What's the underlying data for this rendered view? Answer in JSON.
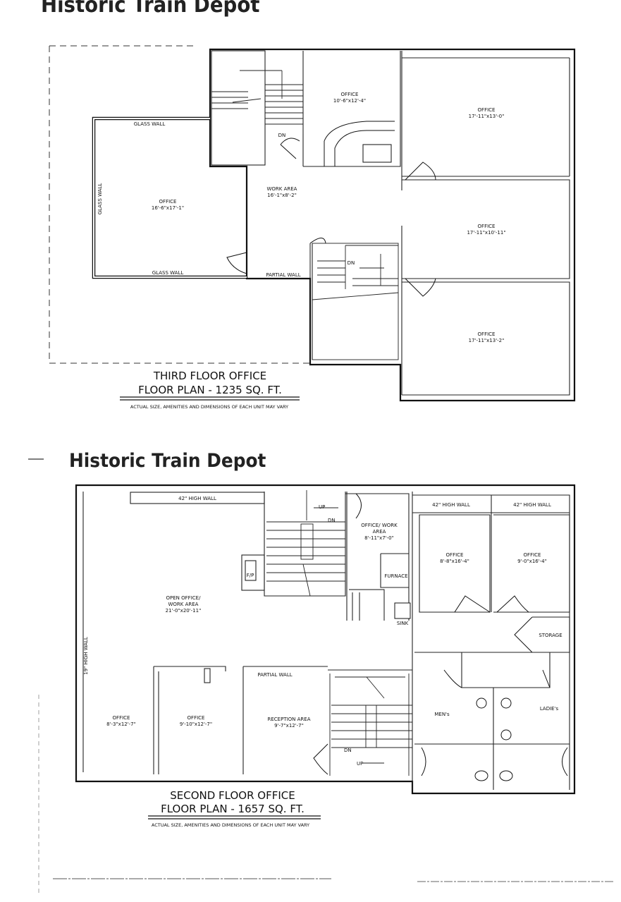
{
  "header_top": {
    "title": "Historic Train Depot"
  },
  "header_bottom": {
    "title": "Historic Train Depot"
  },
  "third_floor": {
    "caption_line1": "THIRD FLOOR OFFICE",
    "caption_line2": "FLOOR PLAN  -  1235 SQ. FT.",
    "disclaimer": "ACTUAL SIZE, AMENITIES AND DIMENSIONS OF EACH UNIT MAY VARY",
    "labels": {
      "glass_wall_top": "GLASS WALL",
      "glass_wall_side": "GLASS WALL",
      "glass_wall_bottom": "GLASS WALL",
      "partial_wall": "PARTIAL WALL",
      "dn_upper": "DN",
      "dn_lower": "DN"
    },
    "rooms": [
      {
        "name": "OFFICE",
        "dims": "10'-6\"x12'-4\""
      },
      {
        "name": "OFFICE",
        "dims": "17'-11\"x13'-0\""
      },
      {
        "name": "WORK AREA",
        "dims": "16'-1\"x8'-2\""
      },
      {
        "name": "OFFICE",
        "dims": "16'-6\"x17'-1\""
      },
      {
        "name": "OFFICE",
        "dims": "17'-11\"x10'-11\""
      },
      {
        "name": "OFFICE",
        "dims": "17'-11\"x13'-2\""
      }
    ]
  },
  "second_floor": {
    "caption_line1": "SECOND FLOOR OFFICE",
    "caption_line2": "FLOOR PLAN  -  1657 SQ. FT.",
    "disclaimer": "ACTUAL SIZE, AMENITIES AND DIMENSIONS OF EACH UNIT MAY VARY",
    "labels": {
      "high_wall_a": "42\" HIGH WALL",
      "high_wall_b": "42\" HIGH WALL",
      "high_wall_c": "42\" HIGH WALL",
      "high_wall_side": "19\" HIGH WALL",
      "partial_wall": "PARTIAL WALL",
      "up_top": "UP",
      "dn_top": "DN",
      "up_bottom": "UP",
      "dn_bottom": "DN",
      "fp": "F/P",
      "furnace": "FURNACE",
      "sink": "SINK",
      "storage": "STORAGE",
      "mens": "MEN's",
      "ladies": "LADIE's"
    },
    "rooms": [
      {
        "name": "OFFICE/ WORK AREA",
        "line1": "OFFICE/ WORK",
        "line2": "AREA",
        "dims": "8'-11\"x7'-0\""
      },
      {
        "name": "OFFICE",
        "dims": "8'-8\"x16'-4\""
      },
      {
        "name": "OFFICE",
        "dims": "9'-0\"x16'-4\""
      },
      {
        "name": "OPEN OFFICE/ WORK AREA",
        "line1": "OPEN OFFICE/",
        "line2": "WORK AREA",
        "dims": "21'-0\"x20'-11\""
      },
      {
        "name": "OFFICE",
        "dims": "8'-3\"x12'-7\""
      },
      {
        "name": "OFFICE",
        "dims": "9'-10\"x12'-7\""
      },
      {
        "name": "RECEPTION AREA",
        "dims": "9'-7\"x12'-7\""
      }
    ]
  }
}
